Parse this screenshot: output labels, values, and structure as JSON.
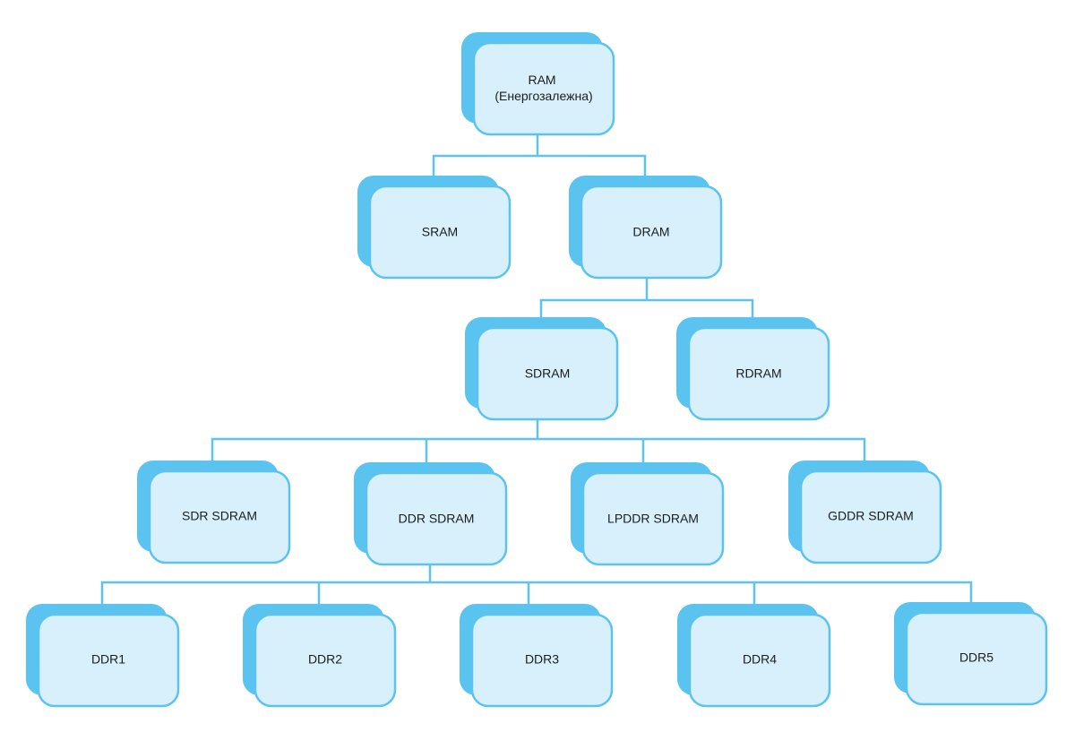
{
  "accent_colors": {
    "node_shadow": "#5bc3f0",
    "node_face": "#d7f0fc",
    "connector": "#5ec4ef",
    "text": "#1c1c1c"
  },
  "nodes": {
    "ram": {
      "lines": [
        "RAM",
        "(Енергозалежна)"
      ]
    },
    "sram": {
      "lines": [
        "SRAM"
      ]
    },
    "dram": {
      "lines": [
        "DRAM"
      ]
    },
    "sdram": {
      "lines": [
        "SDRAM"
      ]
    },
    "rdram": {
      "lines": [
        "RDRAM"
      ]
    },
    "sdr_sdram": {
      "lines": [
        "SDR SDRAM"
      ]
    },
    "ddr_sdram": {
      "lines": [
        "DDR SDRAM"
      ]
    },
    "lpddr_sdram": {
      "lines": [
        "LPDDR SDRAM"
      ]
    },
    "gddr_sdram": {
      "lines": [
        "GDDR SDRAM"
      ]
    },
    "ddr1": {
      "lines": [
        "DDR1"
      ]
    },
    "ddr2": {
      "lines": [
        "DDR2"
      ]
    },
    "ddr3": {
      "lines": [
        "DDR3"
      ]
    },
    "ddr4": {
      "lines": [
        "DDR4"
      ]
    },
    "ddr5": {
      "lines": [
        "DDR5"
      ]
    }
  },
  "edges": [
    [
      "ram",
      "sram"
    ],
    [
      "ram",
      "dram"
    ],
    [
      "dram",
      "sdram"
    ],
    [
      "dram",
      "rdram"
    ],
    [
      "sdram",
      "sdr_sdram"
    ],
    [
      "sdram",
      "ddr_sdram"
    ],
    [
      "sdram",
      "lpddr_sdram"
    ],
    [
      "sdram",
      "gddr_sdram"
    ],
    [
      "ddr_sdram",
      "ddr1"
    ],
    [
      "ddr_sdram",
      "ddr2"
    ],
    [
      "ddr_sdram",
      "ddr3"
    ],
    [
      "ddr_sdram",
      "ddr4"
    ],
    [
      "ddr_sdram",
      "ddr5"
    ]
  ]
}
